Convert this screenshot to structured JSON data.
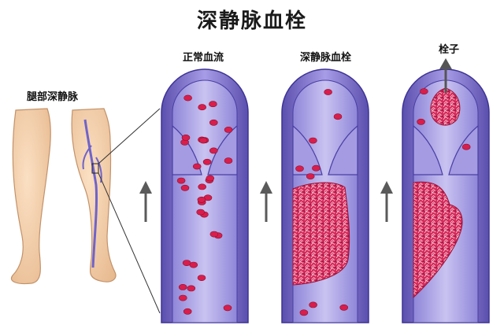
{
  "diagram": {
    "title": "深静脉血栓",
    "leg_label": "腿部深静脉",
    "panels": [
      {
        "label": "正常血流"
      },
      {
        "label": "深静脉血栓"
      },
      {
        "label": "栓子"
      }
    ]
  }
}
